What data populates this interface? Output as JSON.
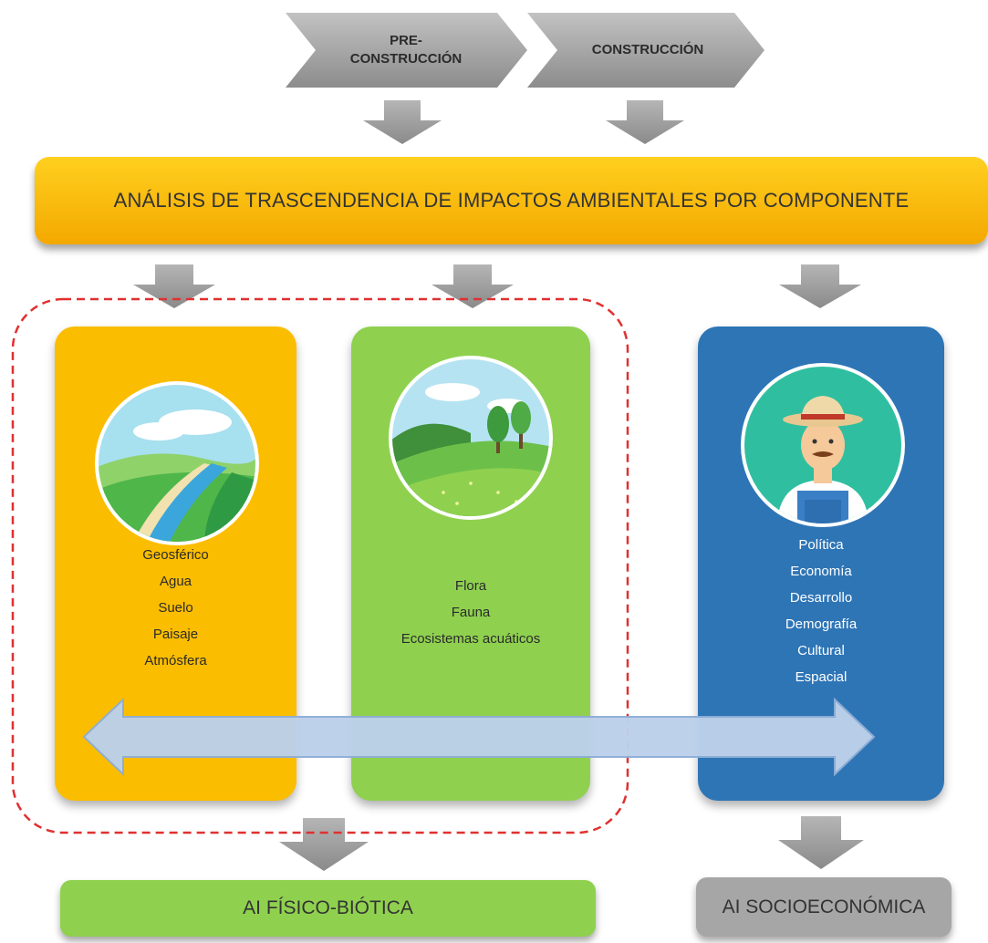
{
  "phases": [
    {
      "label": "PRE-\nCONSTRUCCIÓN"
    },
    {
      "label": "CONSTRUCCIÓN"
    }
  ],
  "banner": {
    "title": "ANÁLISIS DE TRASCENDENCIA DE IMPACTOS AMBIENTALES POR COMPONENTE"
  },
  "columns": [
    {
      "items": [
        "Geosférico",
        "Agua",
        "Suelo",
        "Paisaje",
        "Atmósfera"
      ],
      "icon": "river-landscape-icon",
      "color": "#fbbd00"
    },
    {
      "items": [
        "Flora",
        "Fauna",
        "Ecosistemas acuáticos"
      ],
      "icon": "hills-trees-icon",
      "color": "#8fd14f"
    },
    {
      "items": [
        "Política",
        "Economía",
        "Desarrollo",
        "Demografía",
        "Cultural",
        "Espacial"
      ],
      "icon": "farmer-icon",
      "color": "#2e75b6"
    }
  ],
  "outputs": {
    "fisico_biotica": "AI FÍSICO-BIÓTICA",
    "socioeconomica": "AI SOCIOECONÓMICA"
  },
  "colors": {
    "yellow": "#fbbd00",
    "green": "#8fd14f",
    "blue": "#2e75b6",
    "gray": "#a6a6a6",
    "dashed_border": "#e03030",
    "double_arrow": "#bcd0ea"
  }
}
